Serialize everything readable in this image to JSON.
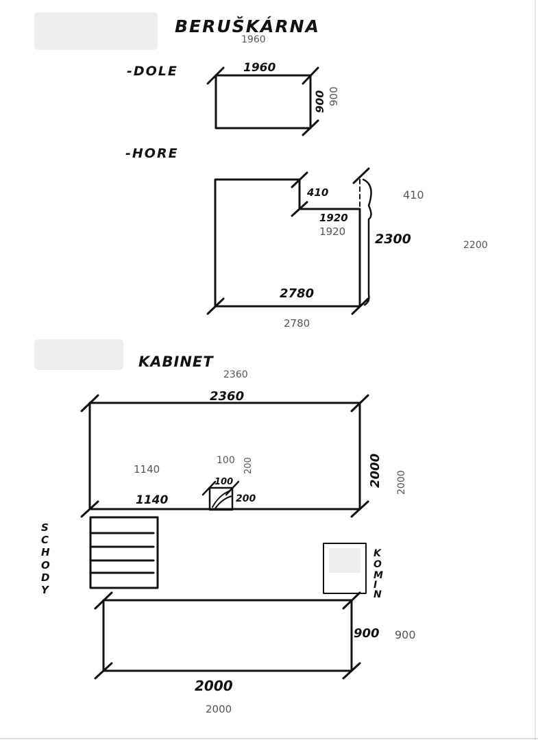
{
  "title": "BERUŠKÁRNA",
  "title_dim": "1960",
  "dole": {
    "label": "-DOLE",
    "width": "1960",
    "height": "900",
    "height_pencil": "900"
  },
  "hore": {
    "label": "-HORE",
    "notch_h": "410",
    "notch_h_pencil": "410",
    "notch_w": "1920",
    "notch_w_pencil": "1920",
    "height": "2300",
    "height_pencil": "2200",
    "width": "2780",
    "width_pencil": "2780"
  },
  "kabinet": {
    "label": "KABINET",
    "top_pencil": "2360",
    "top": "2360",
    "right": "2000",
    "right_pencil": "2000",
    "left_segment": "1140",
    "left_segment_pencil": "1140",
    "small_w": "100",
    "small_w_pencil": "100",
    "small_h": "200",
    "small_h_pencil": "200",
    "drawers_label": [
      "S",
      "C",
      "H",
      "O",
      "D",
      "Y"
    ],
    "stove_label": [
      "K",
      "O",
      "M",
      "I",
      "N"
    ],
    "bottom_height": "900",
    "bottom_height_pencil": "900",
    "bottom_width": "2000",
    "bottom_width_pencil": "2000"
  }
}
